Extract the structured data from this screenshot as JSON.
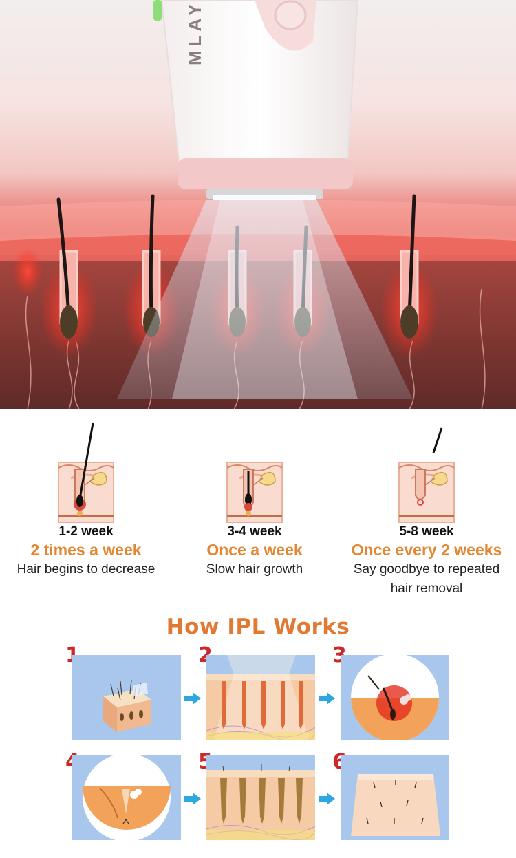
{
  "hero": {
    "brand": "MLAY",
    "colors": {
      "skin": "#e87068",
      "light_beam": "#cfe6f7",
      "device": "#fbf5f4",
      "device_ring": "#f2c8c8"
    }
  },
  "timeline": {
    "stages": [
      {
        "week": "1-2 week",
        "frequency": "2 times a week",
        "description": [
          "Hair begins to decrease"
        ]
      },
      {
        "week": "3-4 week",
        "frequency": "Once a week",
        "description": [
          "Slow hair growth"
        ]
      },
      {
        "week": "5-8 week",
        "frequency": "Once every 2 weeks",
        "description": [
          "Say goodbye to repeated",
          "hair removal"
        ]
      }
    ],
    "colors": {
      "week": "#111111",
      "frequency": "#e38632",
      "description": "#222222"
    }
  },
  "how_it_works": {
    "title": "How IPL Works",
    "steps": [
      {
        "number": "1"
      },
      {
        "number": "2"
      },
      {
        "number": "3"
      },
      {
        "number": "4"
      },
      {
        "number": "5"
      },
      {
        "number": "6"
      }
    ],
    "colors": {
      "title": "#e07a33",
      "step_number": "#cc2a2a",
      "arrow": "#2ea7e0",
      "panel": "#a9c7ec"
    }
  }
}
